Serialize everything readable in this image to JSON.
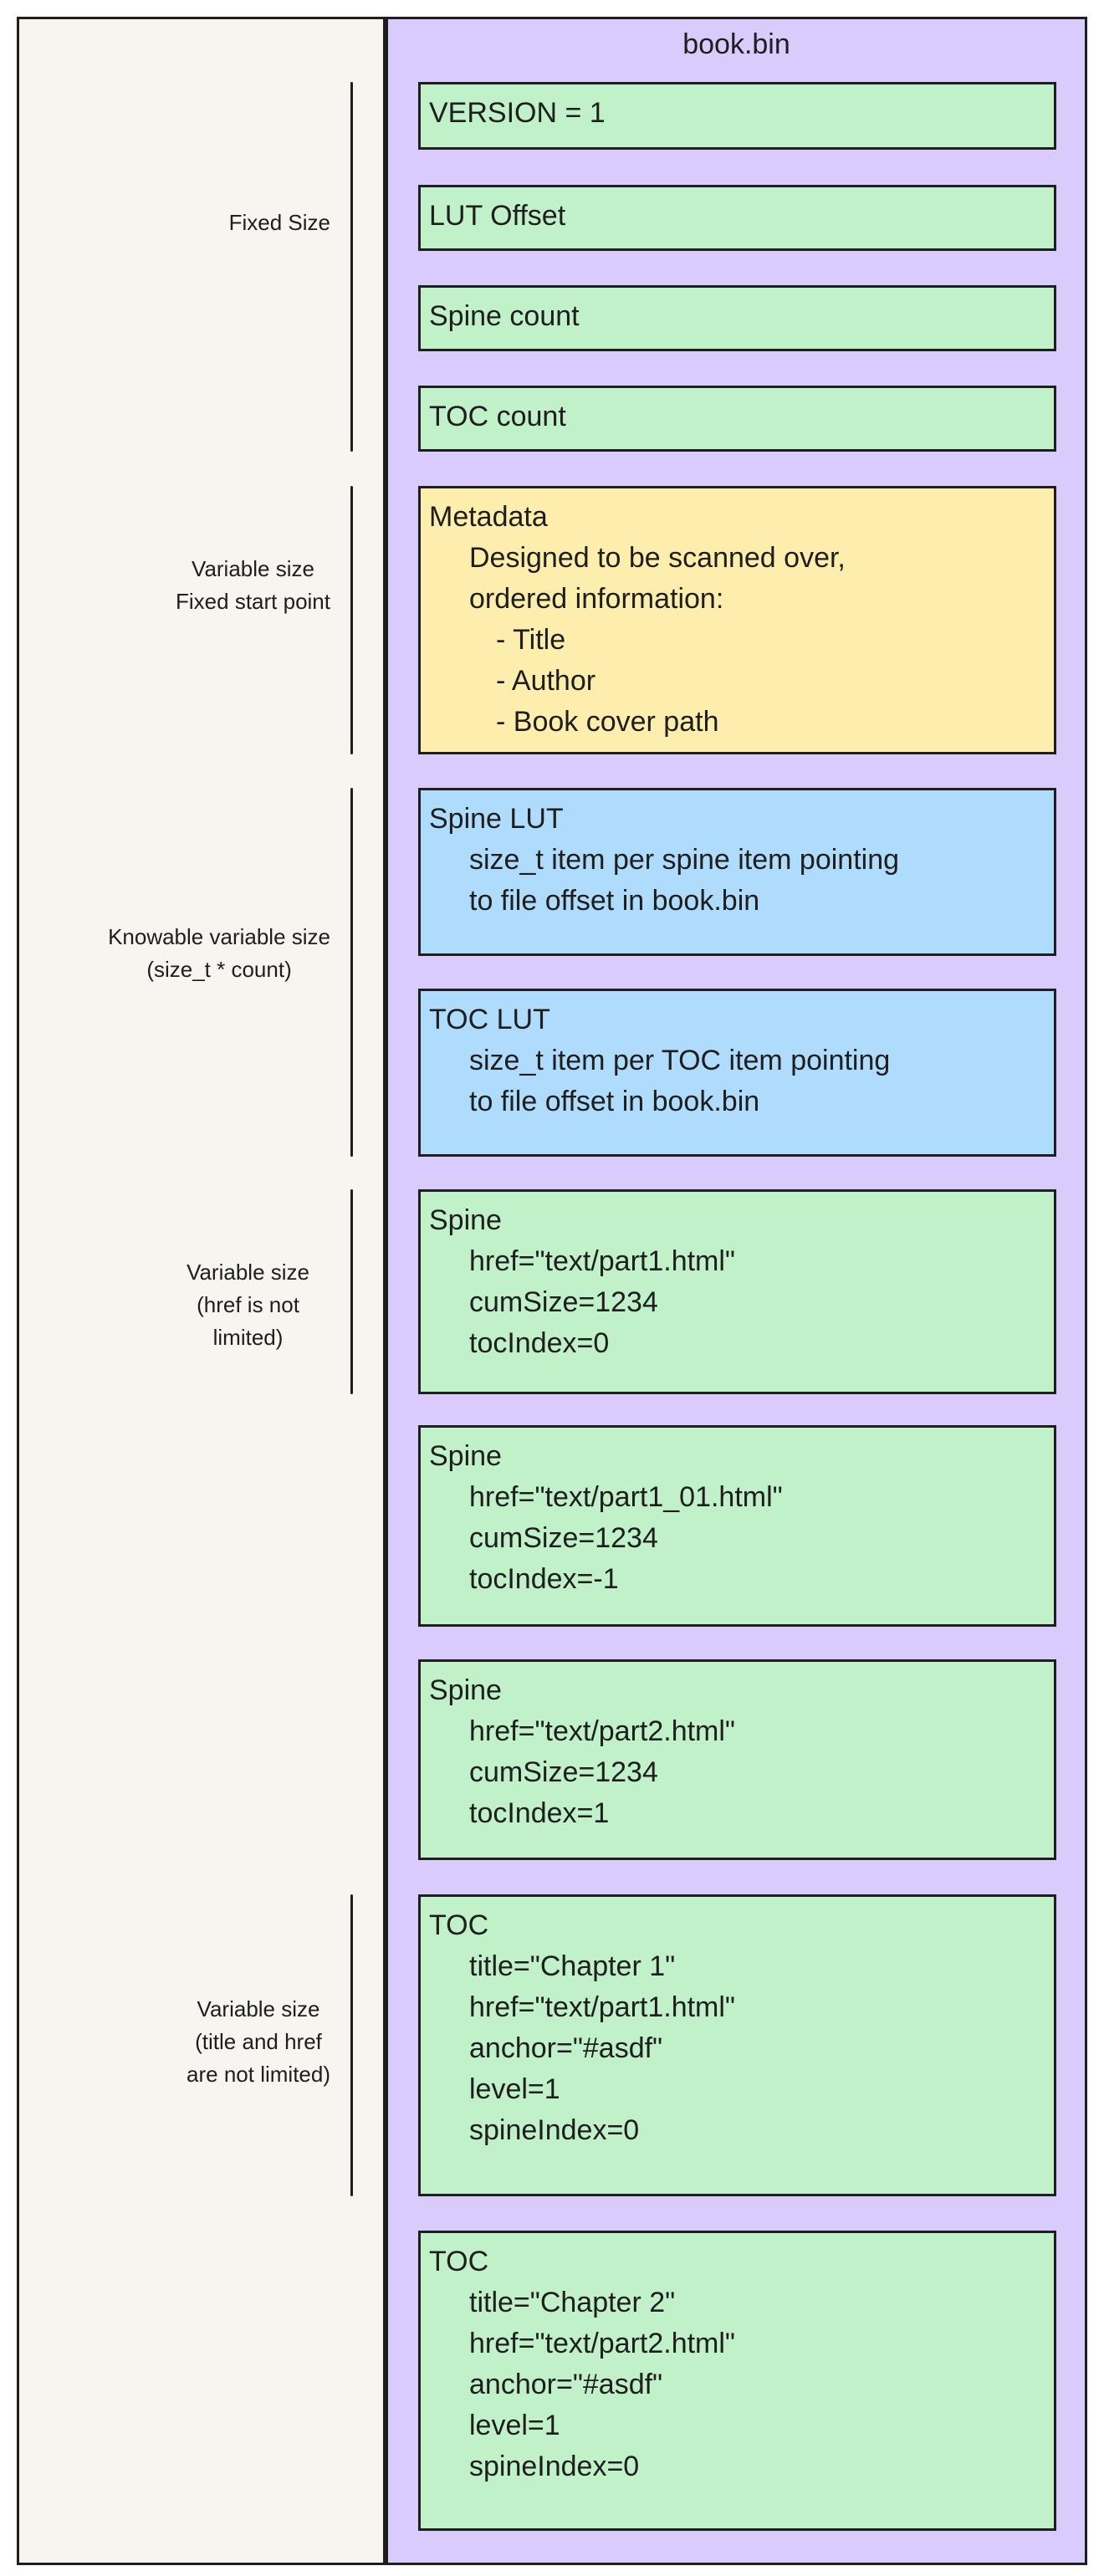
{
  "file_title": "book.bin",
  "colors": {
    "fixed": "#c0f1c8",
    "metadata": "#fdeeae",
    "lut": "#afdcfc",
    "file_bg": "#d9ccfc",
    "annotation_bg": "#f8f4f0"
  },
  "annotations": [
    {
      "lines": [
        "Fixed Size"
      ]
    },
    {
      "lines": [
        "Variable size",
        "Fixed start point"
      ]
    },
    {
      "lines": [
        "Knowable variable size",
        "(size_t * count)"
      ]
    },
    {
      "lines": [
        "Variable size",
        "(href is not",
        "limited)"
      ]
    },
    {
      "lines": [
        "Variable size",
        "(title and href",
        "are not limited)"
      ]
    }
  ],
  "blocks": {
    "version": "VERSION = 1",
    "lut_offset": "LUT Offset",
    "spine_count": "Spine count",
    "toc_count": "TOC count",
    "metadata": {
      "title": "Metadata",
      "lines": [
        "Designed to be scanned over,",
        "ordered information:"
      ],
      "items": [
        "- Title",
        "- Author",
        "- Book cover path"
      ]
    },
    "spine_lut": {
      "title": "Spine LUT",
      "lines": [
        "size_t item per spine item pointing",
        "to file offset in book.bin"
      ]
    },
    "toc_lut": {
      "title": "TOC LUT",
      "lines": [
        "size_t item per TOC item pointing",
        "to file offset in book.bin"
      ]
    },
    "spines": [
      {
        "title": "Spine",
        "lines": [
          "href=\"text/part1.html\"",
          "cumSize=1234",
          "tocIndex=0"
        ]
      },
      {
        "title": "Spine",
        "lines": [
          "href=\"text/part1_01.html\"",
          "cumSize=1234",
          "tocIndex=-1"
        ]
      },
      {
        "title": "Spine",
        "lines": [
          "href=\"text/part2.html\"",
          "cumSize=1234",
          "tocIndex=1"
        ]
      }
    ],
    "tocs": [
      {
        "title": "TOC",
        "lines": [
          "title=\"Chapter 1\"",
          "href=\"text/part1.html\"",
          "anchor=\"#asdf\"",
          "level=1",
          "spineIndex=0"
        ]
      },
      {
        "title": "TOC",
        "lines": [
          "title=\"Chapter 2\"",
          "href=\"text/part2.html\"",
          "anchor=\"#asdf\"",
          "level=1",
          "spineIndex=0"
        ]
      }
    ]
  }
}
